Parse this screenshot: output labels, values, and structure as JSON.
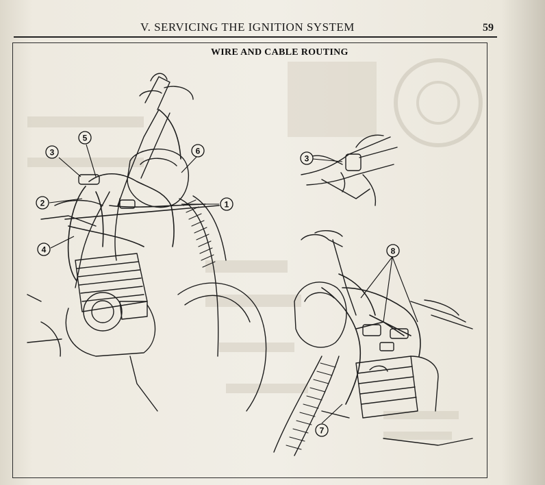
{
  "header": {
    "title": "V. SERVICING THE IGNITION SYSTEM",
    "page_number": "59"
  },
  "figure": {
    "title": "WIRE AND CABLE ROUTING",
    "callouts": [
      "1",
      "2",
      "3",
      "4",
      "5",
      "6",
      "3",
      "8",
      "7"
    ]
  }
}
